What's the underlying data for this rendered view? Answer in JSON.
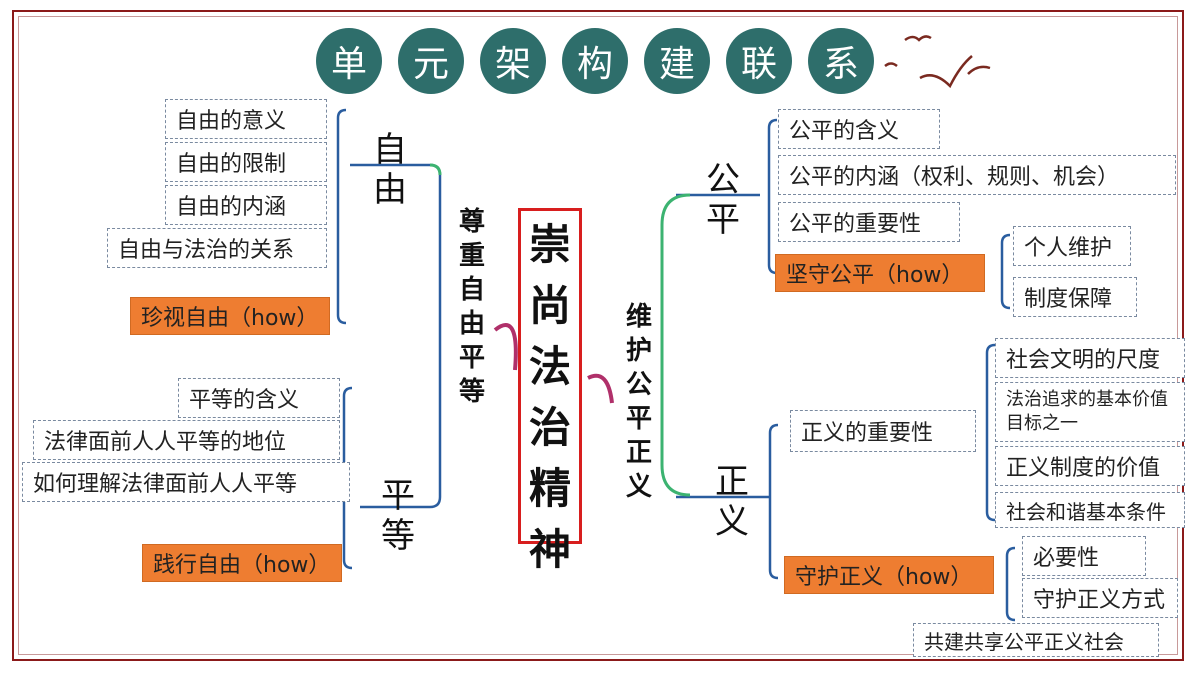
{
  "title_chars": [
    "单",
    "元",
    "架",
    "构",
    "建",
    "联",
    "系"
  ],
  "center": [
    "崇",
    "尚",
    "法",
    "治",
    "精",
    "神"
  ],
  "left_branch": {
    "label": [
      "尊",
      "重",
      "自",
      "由",
      "平",
      "等"
    ],
    "ziyou": {
      "label": [
        "自",
        "由"
      ],
      "items": [
        "自由的意义",
        "自由的限制",
        "自由的内涵",
        "自由与法治的关系"
      ],
      "how": "珍视自由（how）"
    },
    "pingdeng": {
      "label": [
        "平",
        "等"
      ],
      "items": [
        "平等的含义",
        "法律面前人人平等的地位",
        "如何理解法律面前人人平等"
      ],
      "how": "践行自由（how）"
    }
  },
  "right_branch": {
    "label": [
      "维",
      "护",
      "公",
      "平",
      "正",
      "义"
    ],
    "gongping": {
      "label": [
        "公",
        "平"
      ],
      "items": [
        "公平的含义",
        "公平的内涵（权利、规则、机会）",
        "公平的重要性"
      ],
      "how": "坚守公平（how）",
      "how_items": [
        "个人维护",
        "制度保障"
      ]
    },
    "zhengyi": {
      "label": [
        "正",
        "义"
      ],
      "importance": "正义的重要性",
      "importance_items": [
        "社会文明的尺度",
        "法治追求的基本价值目标之一",
        "正义制度的价值",
        "社会和谐基本条件"
      ],
      "how": "守护正义（how）",
      "how_items": [
        "必要性",
        "守护正义方式",
        "共建共享公平正义社会"
      ]
    }
  },
  "colors": {
    "title_circle": "#2e6e6b",
    "orange": "#ee7d31",
    "center_border": "#d81e1e",
    "line": "#2a5d9f",
    "green": "#3cb371"
  }
}
